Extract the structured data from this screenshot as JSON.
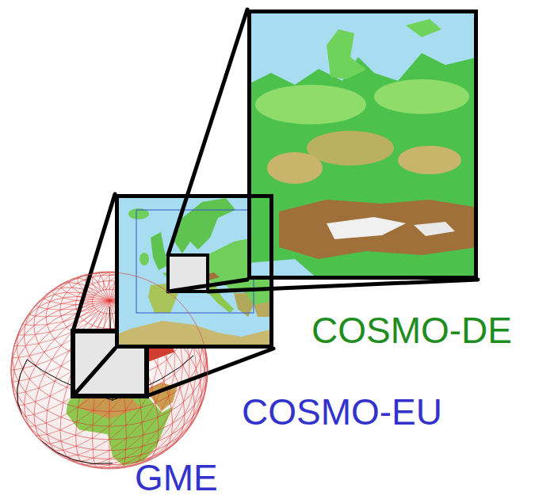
{
  "diagram": {
    "nodes": [
      {
        "text": [
          "GME"
        ]
      },
      {
        "text": [
          "COSMO-EU"
        ]
      },
      {
        "text": [
          "COSMO-DE"
        ]
      }
    ],
    "edges": [
      {
        "from": 0,
        "to": 1,
        "arrow": "none"
      },
      {
        "from": 1,
        "to": 2,
        "arrow": "none"
      }
    ]
  }
}
